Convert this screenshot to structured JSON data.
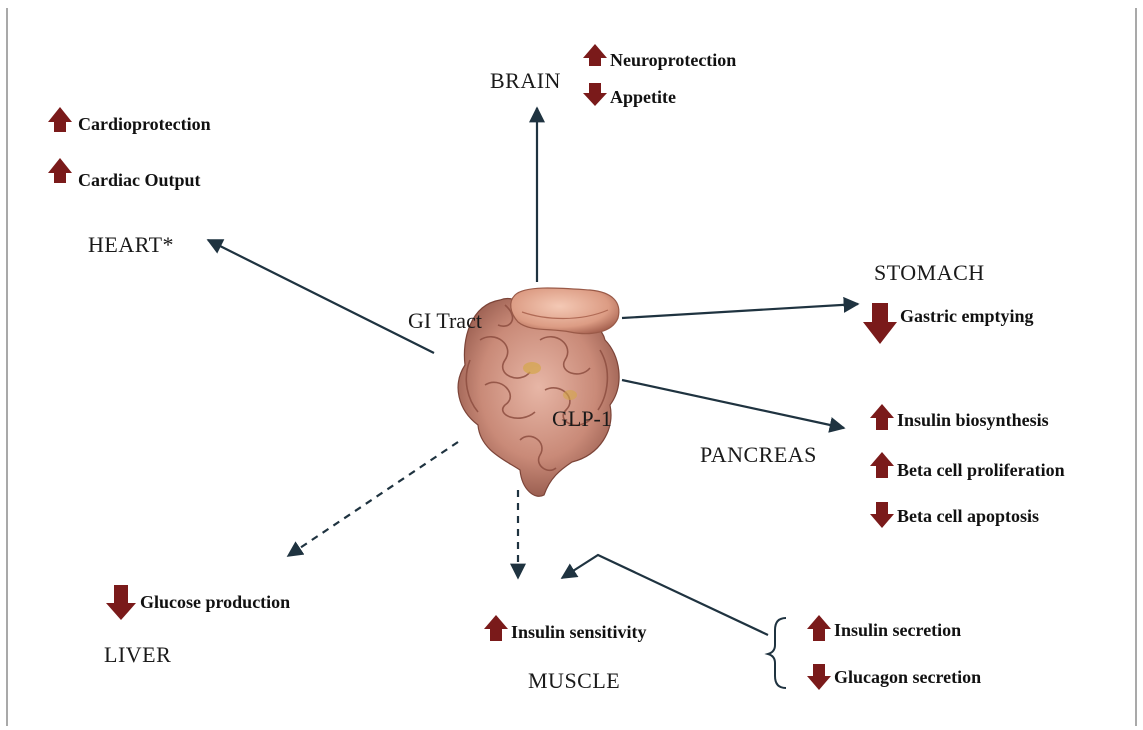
{
  "colors": {
    "arrow_up": "#7a1a1a",
    "arrow_down": "#7a1a1a",
    "connector": "#1f3340",
    "gut": "#c98a78"
  },
  "center": {
    "organ_label": "GI Tract",
    "hormone_label": "GLP-1",
    "image": "intestine-illustration"
  },
  "brain": {
    "label": "BRAIN",
    "effects": [
      {
        "direction": "up",
        "text": "Neuroprotection"
      },
      {
        "direction": "down",
        "text": "Appetite"
      }
    ]
  },
  "heart": {
    "label": "HEART*",
    "effects": [
      {
        "direction": "up",
        "text": "Cardioprotection"
      },
      {
        "direction": "up",
        "text": "Cardiac Output"
      }
    ]
  },
  "stomach": {
    "label": "STOMACH",
    "effects": [
      {
        "direction": "down",
        "text": "Gastric emptying"
      }
    ]
  },
  "pancreas": {
    "label": "PANCREAS",
    "effects": [
      {
        "direction": "up",
        "text": "Insulin biosynthesis"
      },
      {
        "direction": "up",
        "text": "Beta cell proliferation"
      },
      {
        "direction": "down",
        "text": "Beta cell apoptosis"
      }
    ],
    "secretion_effects": [
      {
        "direction": "up",
        "text": "Insulin secretion"
      },
      {
        "direction": "down",
        "text": "Glucagon secretion"
      }
    ]
  },
  "liver": {
    "label": "LIVER",
    "effects": [
      {
        "direction": "down",
        "text": "Glucose production"
      }
    ]
  },
  "muscle": {
    "label": "MUSCLE",
    "effects": [
      {
        "direction": "up",
        "text": "Insulin sensitivity"
      }
    ]
  }
}
